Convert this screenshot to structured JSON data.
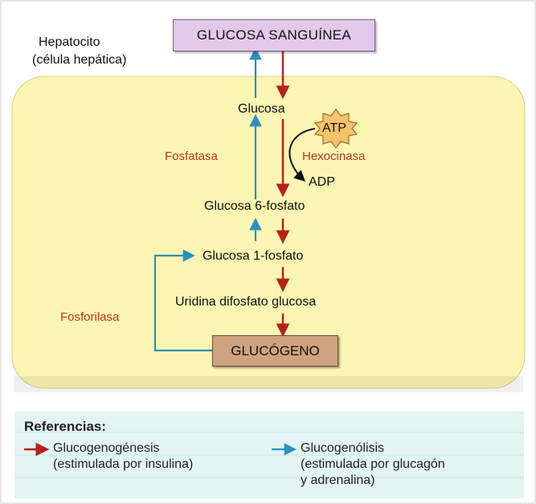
{
  "cell": {
    "label_line1": "Hepatocito",
    "label_line2": "(célula hepática)"
  },
  "nodes": {
    "blood_glucose": "GLUCOSA SANGUÍNEA",
    "glucose": "Glucosa",
    "atp": "ATP",
    "adp": "ADP",
    "g6p": "Glucosa 6-fosfato",
    "g1p": "Glucosa 1-fosfato",
    "udpg": "Uridina difosfato glucosa",
    "glycogen": "GLUCÓGENO"
  },
  "enzymes": {
    "phosphatase": "Fosfatasa",
    "hexokinase": "Hexocinasa",
    "phosphorylase": "Fosforilasa"
  },
  "legend": {
    "title": "Referencias:",
    "items": [
      {
        "line1": "Glucogenogénesis",
        "line2": "(estimulada por insulina)",
        "line3": ""
      },
      {
        "line1": "Glucogenólisis",
        "line2": "(estimulada por glucagón",
        "line3": "y adrenalina)"
      }
    ]
  },
  "colors": {
    "synthesis": "#b5221b",
    "breakdown": "#2a8fbf",
    "cell_fill": "#fbf5b3",
    "legend_fill": "#e3f4f2"
  }
}
